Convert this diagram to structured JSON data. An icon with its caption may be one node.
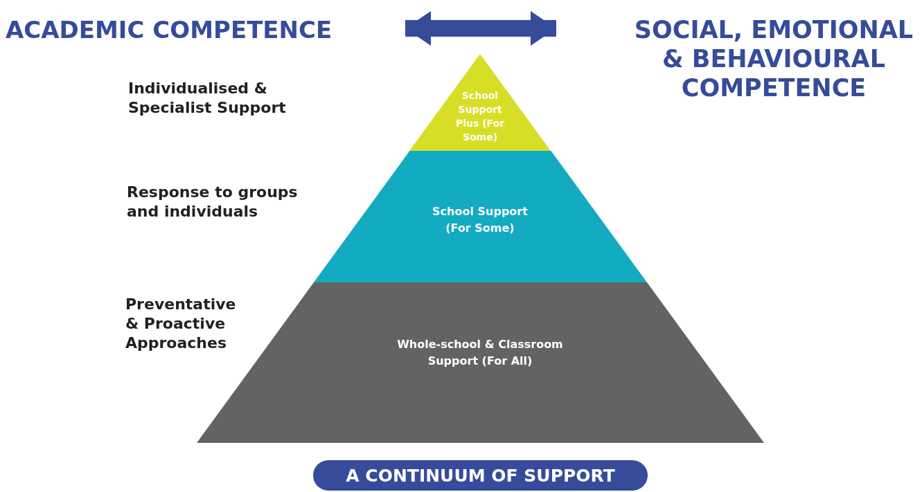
{
  "diagram": {
    "nodes": [
      {
        "text": [
          "ACADEMIC COMPETENCE"
        ]
      },
      {
        "text": [
          "SOCIAL, EMOTIONAL & BEHAVIOURAL COMPETENCE"
        ]
      },
      {
        "text": [
          "School Support Plus (For Some)"
        ]
      },
      {
        "text": [
          "School Support (For Some)"
        ]
      },
      {
        "text": [
          "Whole-school & Classroom Support (For All)"
        ]
      },
      {
        "text": [
          "A CONTINUUM OF SUPPORT"
        ]
      }
    ],
    "edges": [
      {
        "from": 0,
        "to": 1,
        "arrow": "both"
      }
    ],
    "labels": [
      "Individualised & Specialist Support",
      "Response to groups and individuals",
      "Preventative & Proactive Approaches"
    ]
  }
}
